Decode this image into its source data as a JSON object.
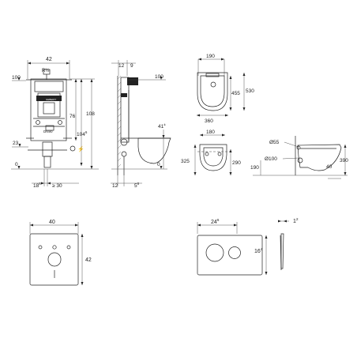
{
  "frame": {
    "dims": {
      "width_42": "42",
      "r12": "R½",
      "d100_left": "100",
      "d76": "76",
      "d108": "108",
      "d104": "104",
      "d104_sup": "6",
      "d23": "23",
      "d0_left": "0",
      "d18": "18",
      "d18_sup": "6",
      "dge30": "≥ 30",
      "dn90": "DN90"
    }
  },
  "side": {
    "dims": {
      "d12": "12",
      "d9": "9",
      "d100": "100",
      "d41": "41",
      "d41_sup": "±",
      "d0": "0",
      "d12b": "12",
      "d5": "5",
      "d5_sup": "8"
    }
  },
  "bowl_top": {
    "dims": {
      "d190": "190",
      "d455": "455",
      "d530": "530",
      "d360": "360"
    }
  },
  "bowl_front": {
    "dims": {
      "d180": "180",
      "d325": "325",
      "d290": "290"
    }
  },
  "bowl_side": {
    "dims": {
      "d55": "Ø55",
      "d100": "Ø100",
      "d190": "190",
      "d390": "390",
      "d40": "40"
    }
  },
  "plate": {
    "dims": {
      "d40": "40",
      "d42": "42"
    }
  },
  "button": {
    "dims": {
      "d24": "24",
      "d24_sup": "6",
      "d16": "16",
      "d16_sup": "4",
      "d1": "1",
      "d1_sup": "2"
    }
  }
}
